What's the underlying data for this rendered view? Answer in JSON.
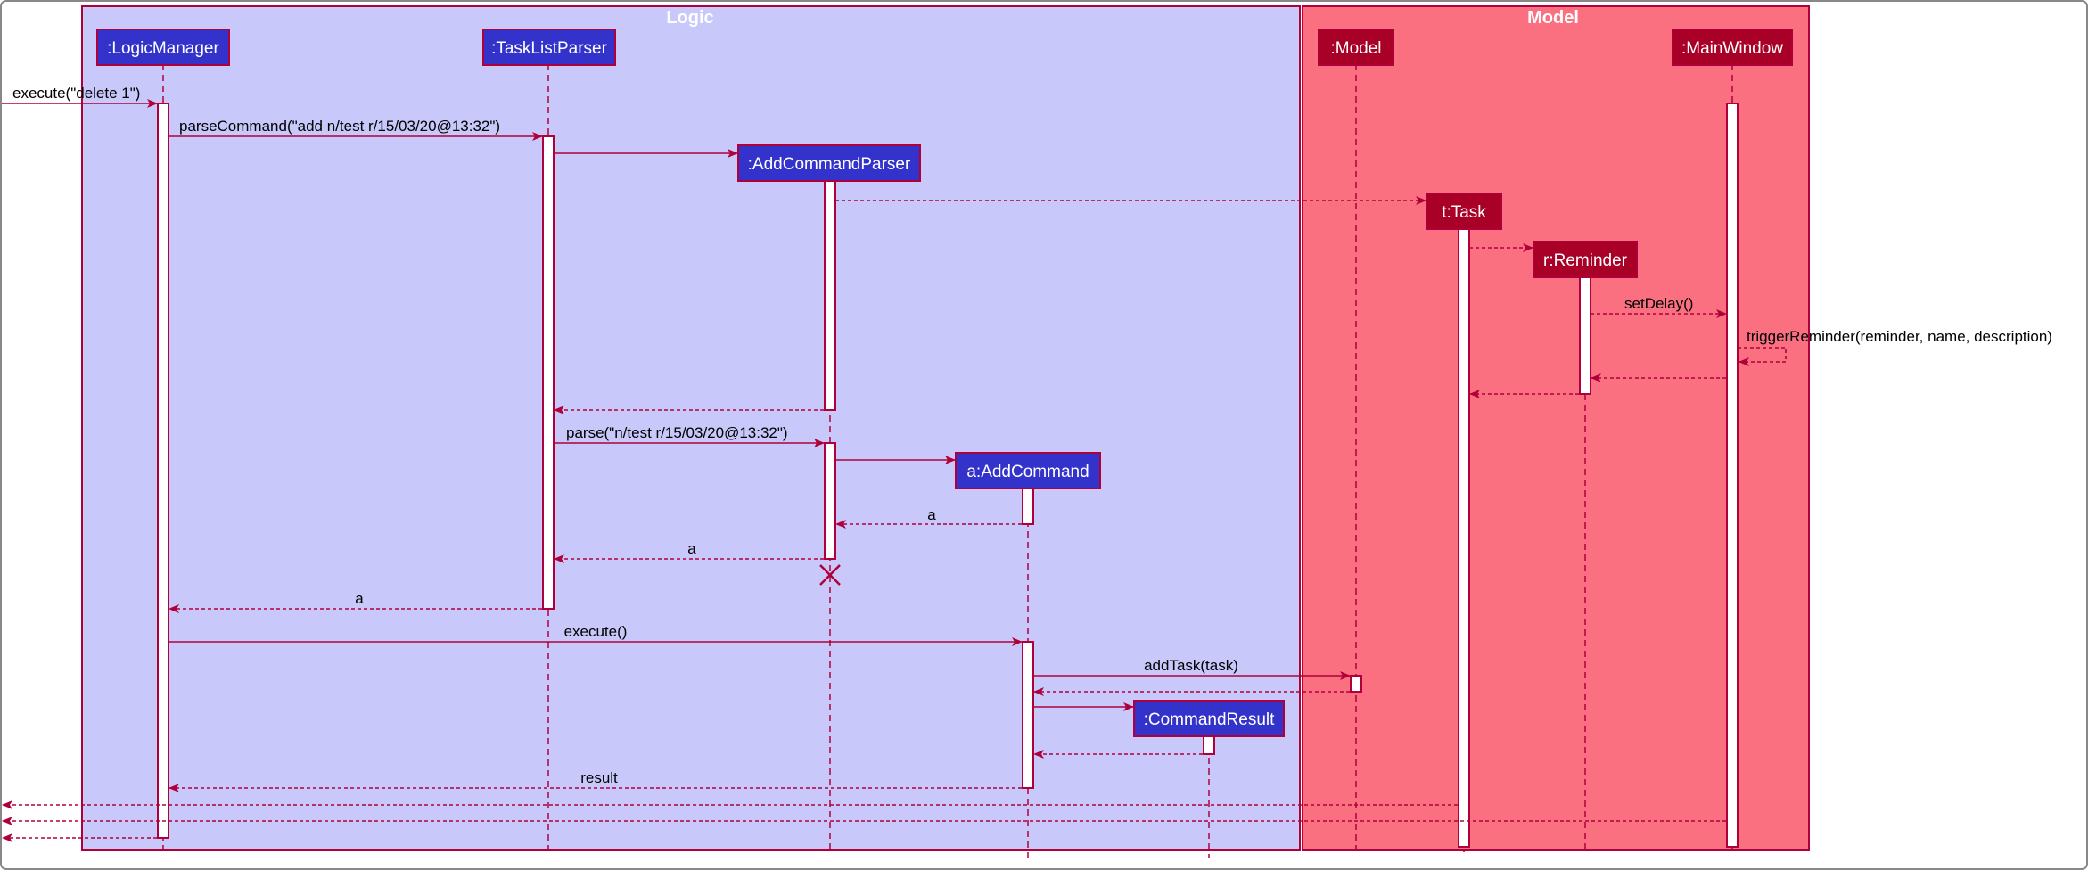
{
  "frames": {
    "logic": {
      "title": "Logic",
      "color": "#c8c8fa"
    },
    "model": {
      "title": "Model",
      "color": "#fa7080"
    }
  },
  "colors": {
    "logic_box": "#3333cc",
    "model_box": "#a80026",
    "arrow": "#b0003a"
  },
  "participants": [
    {
      "id": "logicManager",
      "label": ":LogicManager"
    },
    {
      "id": "taskListParser",
      "label": ":TaskListParser"
    },
    {
      "id": "addCommandParser",
      "label": ":AddCommandParser"
    },
    {
      "id": "addCommand",
      "label": "a:AddCommand"
    },
    {
      "id": "commandResult",
      "label": ":CommandResult"
    },
    {
      "id": "model",
      "label": ":Model"
    },
    {
      "id": "task",
      "label": "t:Task"
    },
    {
      "id": "reminder",
      "label": "r:Reminder"
    },
    {
      "id": "mainWindow",
      "label": ":MainWindow"
    }
  ],
  "messages": [
    {
      "from": "external",
      "to": "logicManager",
      "label": "execute(\"delete 1\")",
      "kind": "sync"
    },
    {
      "from": "logicManager",
      "to": "taskListParser",
      "label": "parseCommand(\"add n/test r/15/03/20@13:32\")",
      "kind": "sync"
    },
    {
      "from": "taskListParser",
      "to": "addCommandParser",
      "label": "",
      "kind": "create"
    },
    {
      "from": "addCommandParser",
      "to": "task",
      "label": "",
      "kind": "create-dashed"
    },
    {
      "from": "task",
      "to": "reminder",
      "label": "",
      "kind": "create-dashed"
    },
    {
      "from": "reminder",
      "to": "mainWindow",
      "label": "setDelay()",
      "kind": "dashed"
    },
    {
      "from": "mainWindow",
      "to": "mainWindow",
      "label": "triggerReminder(reminder, name, description)",
      "kind": "self-dashed"
    },
    {
      "from": "mainWindow",
      "to": "reminder",
      "label": "",
      "kind": "return"
    },
    {
      "from": "reminder",
      "to": "task",
      "label": "",
      "kind": "return"
    },
    {
      "from": "addCommandParser",
      "to": "taskListParser",
      "label": "",
      "kind": "return"
    },
    {
      "from": "taskListParser",
      "to": "addCommandParser",
      "label": "parse(\"n/test r/15/03/20@13:32\")",
      "kind": "sync"
    },
    {
      "from": "addCommandParser",
      "to": "addCommand",
      "label": "",
      "kind": "create"
    },
    {
      "from": "addCommand",
      "to": "addCommandParser",
      "label": "a",
      "kind": "return"
    },
    {
      "from": "addCommandParser",
      "to": "taskListParser",
      "label": "a",
      "kind": "return"
    },
    {
      "from": "taskListParser",
      "to": "logicManager",
      "label": "a",
      "kind": "return"
    },
    {
      "from": "logicManager",
      "to": "addCommand",
      "label": "execute()",
      "kind": "sync"
    },
    {
      "from": "addCommand",
      "to": "model",
      "label": "addTask(task)",
      "kind": "sync"
    },
    {
      "from": "model",
      "to": "addCommand",
      "label": "",
      "kind": "return"
    },
    {
      "from": "addCommand",
      "to": "commandResult",
      "label": "",
      "kind": "create"
    },
    {
      "from": "commandResult",
      "to": "addCommand",
      "label": "",
      "kind": "return"
    },
    {
      "from": "addCommand",
      "to": "logicManager",
      "label": "result",
      "kind": "return"
    },
    {
      "from": "task",
      "to": "external",
      "label": "",
      "kind": "return"
    },
    {
      "from": "mainWindow",
      "to": "external",
      "label": "",
      "kind": "return"
    },
    {
      "from": "logicManager",
      "to": "external",
      "label": "",
      "kind": "return"
    }
  ],
  "destroyed": [
    "addCommandParser"
  ]
}
